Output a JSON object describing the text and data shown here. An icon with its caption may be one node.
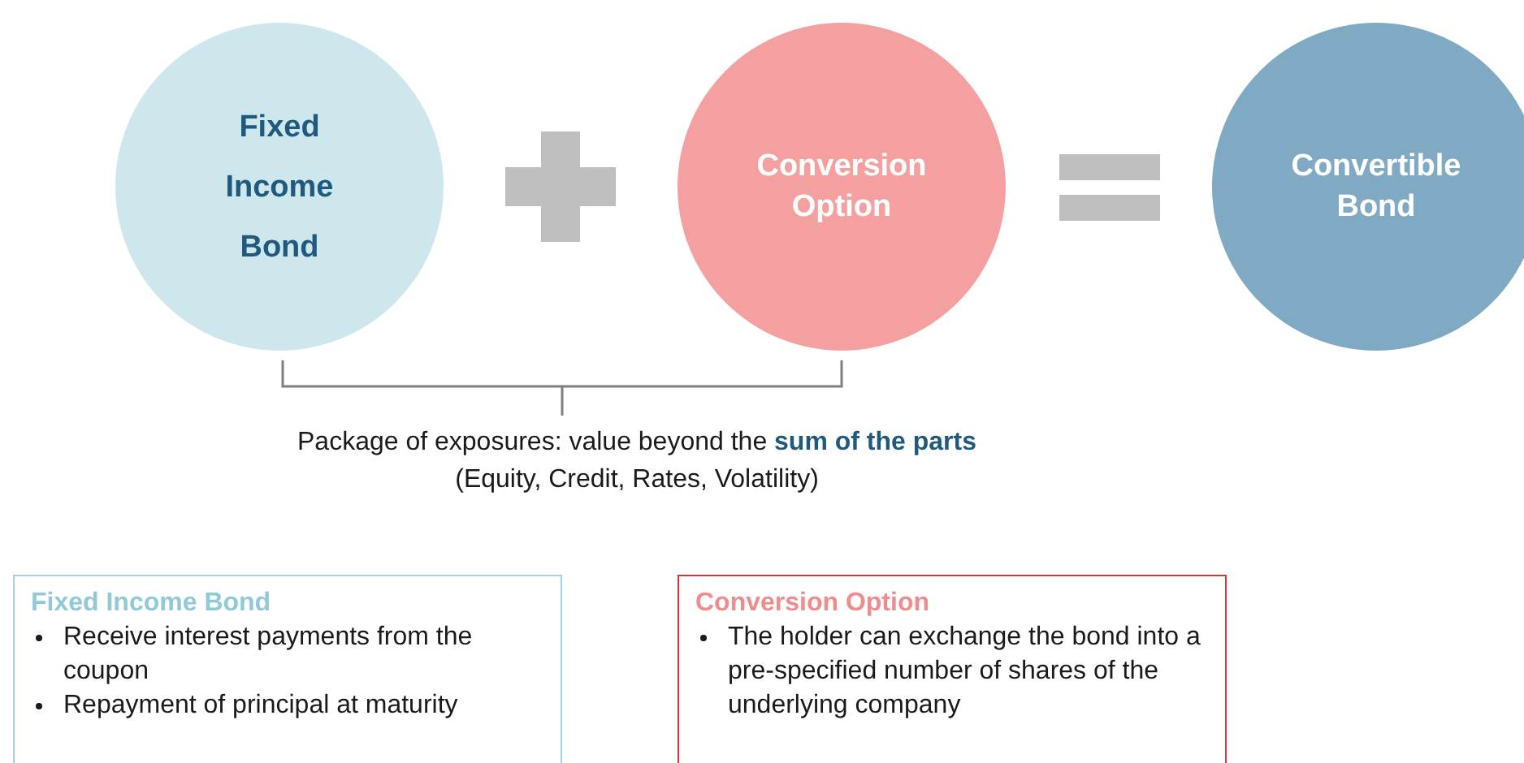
{
  "diagram": {
    "nodes": [
      {
        "text": [
          "Fixed Income Bond"
        ]
      },
      {
        "text": [
          "Conversion Option"
        ]
      },
      {
        "text": [
          "Convertible Bond"
        ]
      },
      {
        "text": [
          "Fixed Income Bond",
          "Receive interest payments from the coupon",
          "Repayment of principal at maturity"
        ]
      },
      {
        "text": [
          "Conversion Option",
          "The holder can exchange the bond into a pre-specified number of shares of the underlying company"
        ]
      }
    ],
    "labels": [
      "Package of exposures: value beyond the **sum of the parts**",
      "(Equity, Credit, Rates, Volatility)"
    ]
  }
}
